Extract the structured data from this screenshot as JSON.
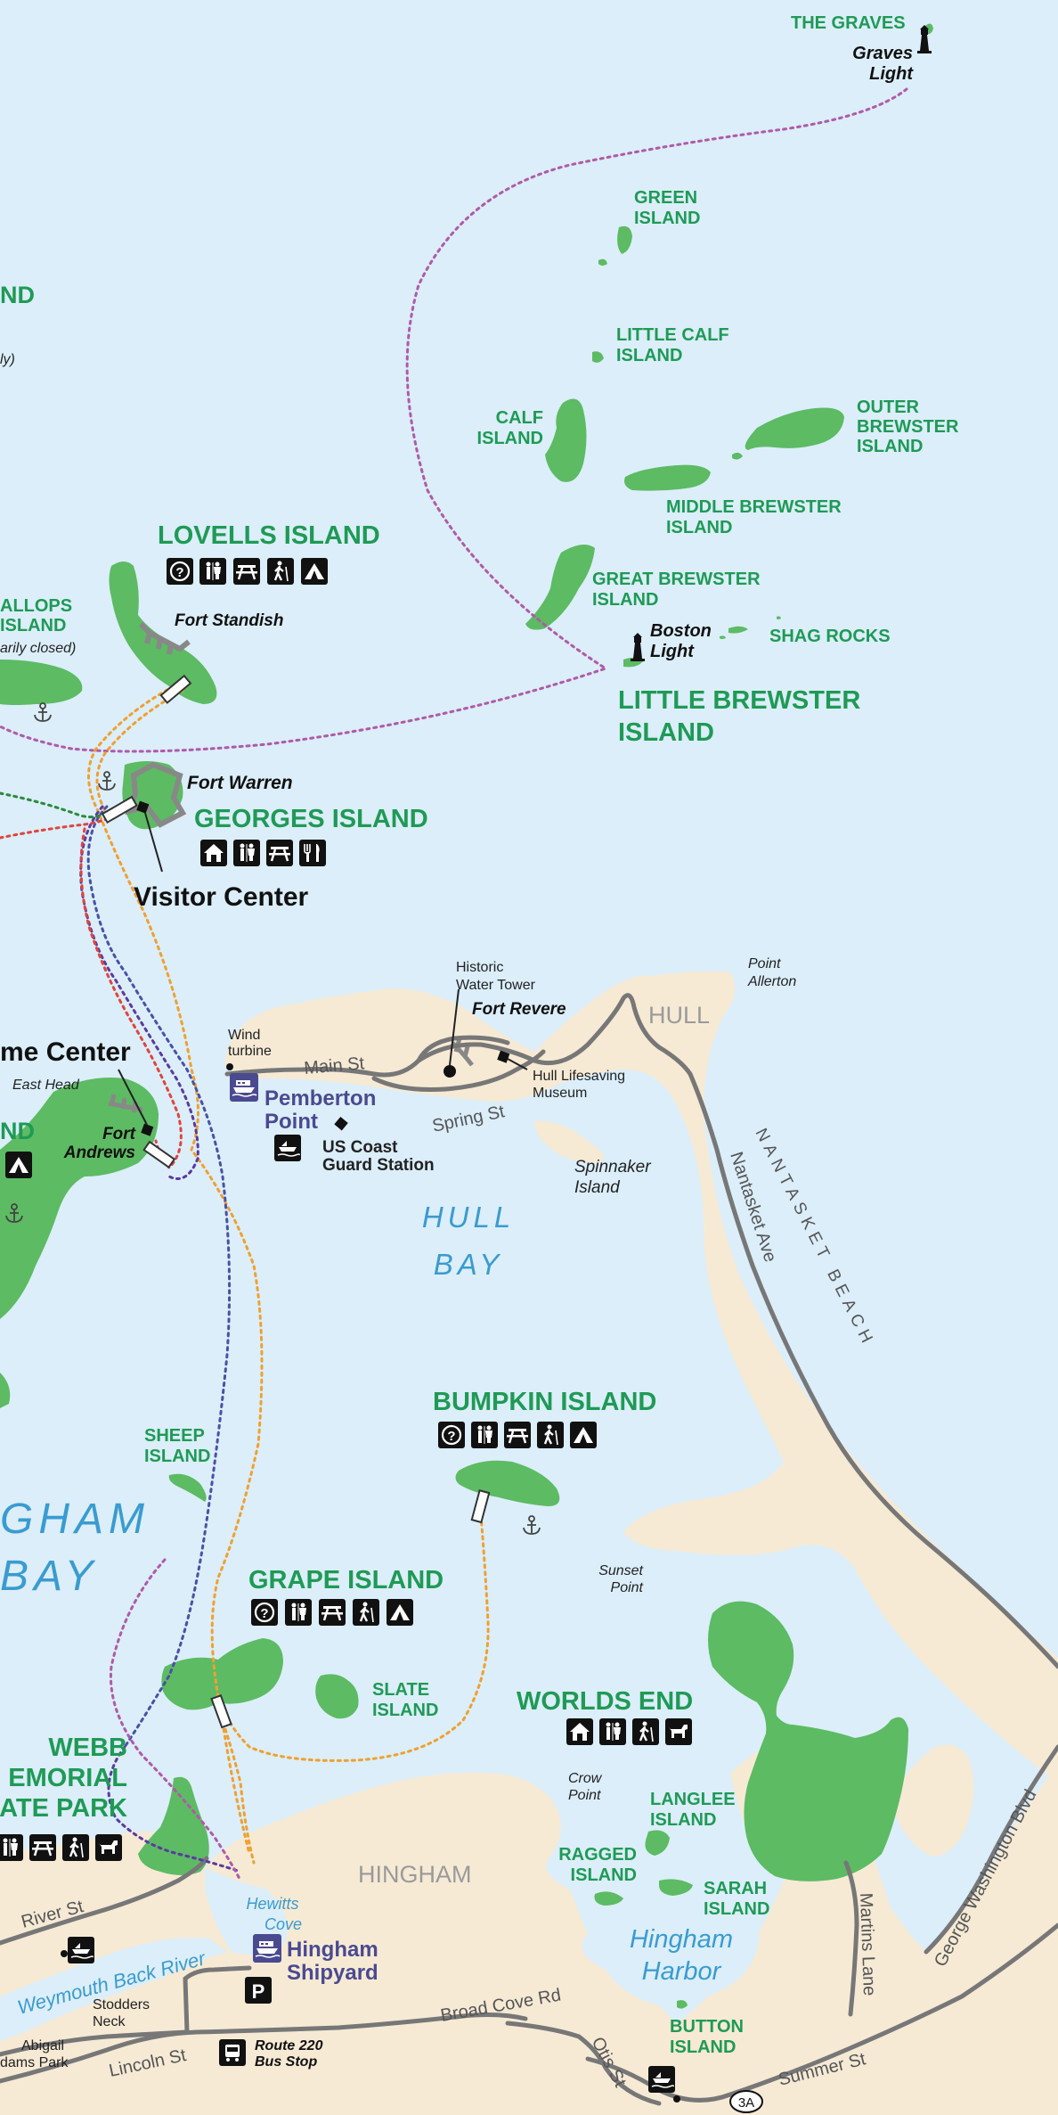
{
  "colors": {
    "water": "#dbeefa",
    "land": "#f6ead5",
    "island": "#5dbb63",
    "label_green": "#1f9a55",
    "water_label": "#3a9bd0",
    "road": "#777777",
    "route_purple": "#b05aa8",
    "route_orange": "#f0a030",
    "route_red": "#e0443e",
    "route_blue": "#4a50a8",
    "route_green": "#2a8a3a"
  },
  "islands": {
    "graves": "THE GRAVES",
    "graves_light_1": "Graves",
    "graves_light_2": "Light",
    "green_1": "GREEN",
    "green_2": "ISLAND",
    "little_calf_1": "LITTLE CALF",
    "little_calf_2": "ISLAND",
    "calf_1": "CALF",
    "calf_2": "ISLAND",
    "outer_brewster_1": "OUTER",
    "outer_brewster_2": "BREWSTER",
    "outer_brewster_3": "ISLAND",
    "middle_brewster_1": "MIDDLE BREWSTER",
    "middle_brewster_2": "ISLAND",
    "great_brewster_1": "GREAT BREWSTER",
    "great_brewster_2": "ISLAND",
    "shag_rocks": "SHAG ROCKS",
    "boston_light_1": "Boston",
    "boston_light_2": "Light",
    "little_brewster_1": "LITTLE BREWSTER",
    "little_brewster_2": "ISLAND",
    "lovells": "LOVELLS ISLAND",
    "fort_standish": "Fort Standish",
    "gallops_1": "ALLOPS",
    "gallops_2": "ISLAND",
    "gallops_note": "arily closed)",
    "nd_top": "ND",
    "nd_top_note": "ly)",
    "fort_warren": "Fort Warren",
    "georges": "GEORGES ISLAND",
    "visitor_center": "Visitor Center",
    "welcome_center": "me Center",
    "east_head": "East Head",
    "fort_andrews_1": "Fort",
    "fort_andrews_2": "Andrews",
    "nd_mid": "ND",
    "sheep_1": "SHEEP",
    "sheep_2": "ISLAND",
    "bumpkin": "BUMPKIN ISLAND",
    "grape": "GRAPE ISLAND",
    "slate_1": "SLATE",
    "slate_2": "ISLAND",
    "worlds_end": "WORLDS END",
    "crow_point_1": "Crow",
    "crow_point_2": "Point",
    "langlee_1": "LANGLEE",
    "langlee_2": "ISLAND",
    "ragged_1": "RAGGED",
    "ragged_2": "ISLAND",
    "sarah_1": "SARAH",
    "sarah_2": "ISLAND",
    "button_1": "BUTTON",
    "button_2": "ISLAND",
    "webb_1": "WEBB",
    "webb_2": "EMORIAL",
    "webb_3": "ATE PARK"
  },
  "places": {
    "historic_water_tower_1": "Historic",
    "historic_water_tower_2": "Water Tower",
    "fort_revere": "Fort Revere",
    "hull": "HULL",
    "point_allerton_1": "Point",
    "point_allerton_2": "Allerton",
    "wind_turbine_1": "Wind",
    "wind_turbine_2": "turbine",
    "hull_lifesaving_1": "Hull Lifesaving",
    "hull_lifesaving_2": "Museum",
    "pemberton_1": "Pemberton",
    "pemberton_2": "Point",
    "coast_guard_1": "US Coast",
    "coast_guard_2": "Guard Station",
    "spinnaker_1": "Spinnaker",
    "spinnaker_2": "Island",
    "nantasket_beach": "NANTASKET BEACH",
    "sunset_point_1": "Sunset",
    "sunset_point_2": "Point",
    "hingham": "HINGHAM",
    "hewitts_cove_1": "Hewitts",
    "hewitts_cove_2": "Cove",
    "hingham_shipyard_1": "Hingham",
    "hingham_shipyard_2": "Shipyard",
    "stodders_neck_1": "Stodders",
    "stodders_neck_2": "Neck",
    "abigail_1": "Abigail",
    "abigail_2": "dams Park",
    "route_220_1": "Route 220",
    "route_220_2": "Bus Stop",
    "route_3a": "3A",
    "parking": "P"
  },
  "water": {
    "hull_bay_1": "HULL",
    "hull_bay_2": "BAY",
    "hingham_bay_1": "GHAM",
    "hingham_bay_2": "BAY",
    "hingham_harbor_1": "Hingham",
    "hingham_harbor_2": "Harbor",
    "weymouth_back_river": "Weymouth  Back  River"
  },
  "roads": {
    "main_st": "Main  St",
    "spring_st": "Spring  St",
    "nantasket_ave": "Nantasket Ave",
    "river_st": "River  St",
    "broad_cove_rd": "Broad  Cove  Rd",
    "lincoln_st": "Lincoln  St",
    "otis_st": "Otis  St",
    "summer_st": "Summer  St",
    "martins_lane": "Martins Lane",
    "george_washington_blvd": "George Washington Blvd"
  }
}
